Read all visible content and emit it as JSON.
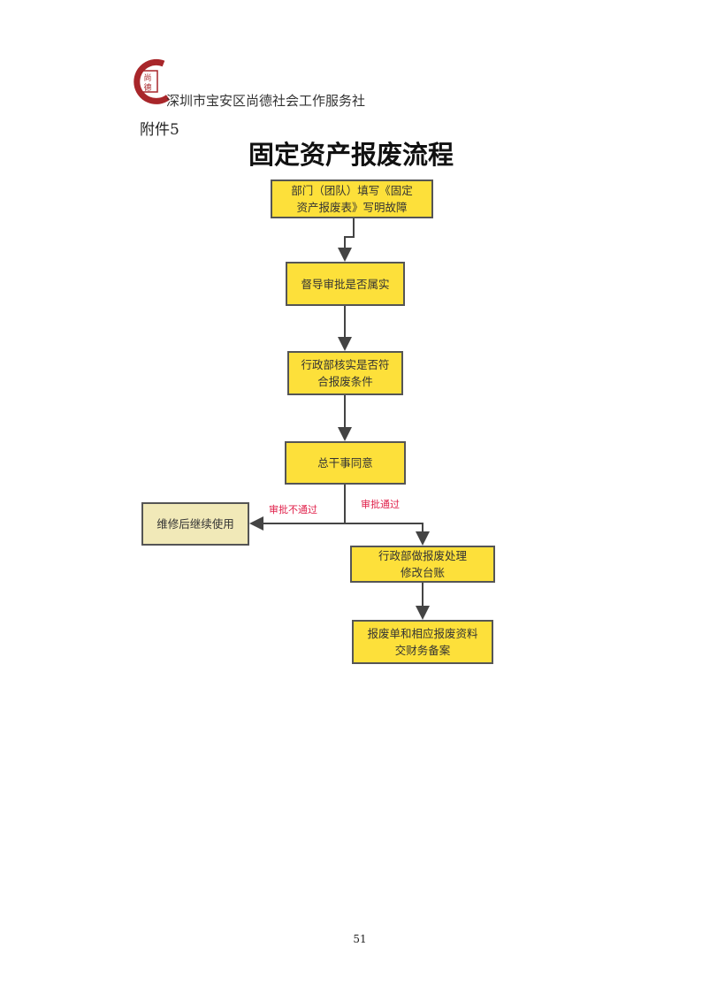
{
  "header": {
    "logo_text": "尚德",
    "organization": "深圳市宝安区尚德社会工作服务社",
    "attachment": "附件5"
  },
  "title": "固定资产报废流程",
  "flow": {
    "steps": [
      "部门（团队）填写《固定\n资产报废表》写明故障",
      "督导审批是否属实",
      "行政部核实是否符\n合报废条件",
      "总干事同意",
      "维修后继续使用",
      "行政部做报废处理\n修改台账",
      "报废单和相应报废资料\n交财务备案"
    ],
    "labels": {
      "reject": "审批不通过",
      "approve": "审批通过"
    },
    "colors": {
      "box": "#fde03a",
      "alt_box": "#f1e9b8",
      "label": "#e0204a"
    }
  },
  "page_number": "51"
}
